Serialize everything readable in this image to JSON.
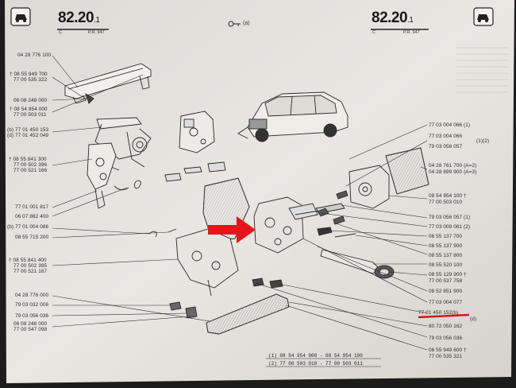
{
  "header": {
    "page_number_left": "82.20",
    "page_suffix_left": "1",
    "section_left": "C",
    "ref_left": "P.R. 947",
    "page_number_right": "82.20",
    "page_suffix_right": "1",
    "section_right": "C",
    "ref_right": "P.R. 947",
    "key_symbol": "(a)"
  },
  "part_numbers_left": [
    "04 28 776 100",
    "08 55 949 700",
    "77 00 535 322",
    "06 08 248 000",
    "08 54 954 000",
    "77 00 503 011",
    "77 01 450 153",
    "77 01 452 049",
    "08 55 841 300",
    "77 00 502 396",
    "77 00 521 166",
    "77 01 001 817",
    "06 07 862 400",
    "77 01 004 086",
    "08 55 715 200",
    "08 55 841 400",
    "77 00 502 395",
    "77 00 521 167",
    "04 28 776 000",
    "79 03 032 006",
    "79 03 056 036",
    "06 08 248 000",
    "77 00 547 098"
  ],
  "part_numbers_right": [
    "77 03 004 066 (1)",
    "77 03 004 066",
    "79 03 056 057",
    "04 28 761 700",
    "04 28 899 900",
    "08 54 954 100",
    "77 00 503 010",
    "79 03 056 057 (1)",
    "77 03 009 061 (2)",
    "08 55 137 700",
    "08 55 137 900",
    "08 55 137 800",
    "08 55 520 100",
    "08 55 129 900",
    "77 00 537 758",
    "08 52 851 900",
    "77 03 004 077",
    "77 01 450 152",
    "80 72 050 162",
    "79 03 056 036",
    "08 55 949 600",
    "77 00 535 321"
  ],
  "side_notes_right": {
    "bracket_a": "(1)(2)",
    "a2": "(A=2)",
    "a3": "(A=3)",
    "b": "(b)",
    "d": "(d)"
  },
  "left_notes": {
    "b": "(b)",
    "d": "(d)"
  },
  "legend": [
    {
      "key": "(1)",
      "text": "08 54 954 000 - 08 54 954 100"
    },
    {
      "key": "(2)",
      "text": "77 00 503 010 - 77 00 503 011"
    }
  ],
  "colors": {
    "paper": "#e6e4df",
    "ink": "#2a2a2a",
    "arrow": "#e8141b",
    "highlight_line": "#d01515"
  }
}
